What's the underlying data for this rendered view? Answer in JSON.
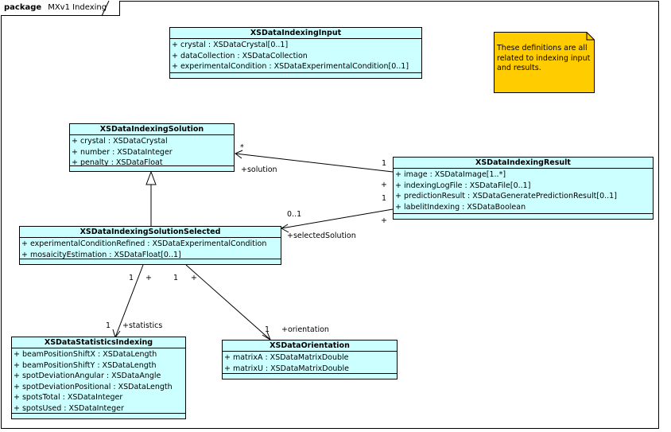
{
  "package": {
    "keyword": "package",
    "name": "MXv1 Indexing"
  },
  "note": {
    "text": "These definitions are all related to indexing input and results.",
    "color": "#ffcc00"
  },
  "colors": {
    "class_fill": "#ccffff",
    "note_fill": "#ffcc00"
  },
  "classes": {
    "input": {
      "name": "XSDataIndexingInput",
      "attributes": [
        "+ crystal  : XSDataCrystal[0..1]",
        "+ dataCollection  : XSDataCollection",
        "+ experimentalCondition  : XSDataExperimentalCondition[0..1]"
      ]
    },
    "solution": {
      "name": "XSDataIndexingSolution",
      "attributes": [
        "+ crystal  : XSDataCrystal",
        "+ number  : XSDataInteger",
        "+ penalty  : XSDataFloat"
      ]
    },
    "result": {
      "name": "XSDataIndexingResult",
      "attributes": [
        "+ image  : XSDataImage[1..*]",
        "+ indexingLogFile  : XSDataFile[0..1]",
        "+ predictionResult  : XSDataGeneratePredictionResult[0..1]",
        "+ labelitIndexing  : XSDataBoolean"
      ]
    },
    "selected": {
      "name": "XSDataIndexingSolutionSelected",
      "attributes": [
        "+ experimentalConditionRefined  : XSDataExperimentalCondition",
        "+ mosaicityEstimation  : XSDataFloat[0..1]"
      ]
    },
    "statistics": {
      "name": "XSDataStatisticsIndexing",
      "attributes": [
        "+ beamPositionShiftX  : XSDataLength",
        "+ beamPositionShiftY  : XSDataLength",
        "+ spotDeviationAngular  : XSDataAngle",
        "+ spotDeviationPositional  : XSDataLength",
        "+ spotsTotal  : XSDataInteger",
        "+ spotsUsed  : XSDataInteger"
      ]
    },
    "orientation": {
      "name": "XSDataOrientation",
      "attributes": [
        "+ matrixA  : XSDataMatrixDouble",
        "+ matrixU  : XSDataMatrixDouble"
      ]
    }
  },
  "associations": {
    "solution": {
      "role": "+solution",
      "target_mult": "*",
      "source_mult": "1",
      "source_vis": "+"
    },
    "selected_solution": {
      "role": "+selectedSolution",
      "target_mult": "0..1",
      "source_mult": "1",
      "source_vis": "+"
    },
    "statistics": {
      "role": "+statistics",
      "target_mult": "1",
      "source_mult": "1",
      "source_vis": "+"
    },
    "orientation": {
      "role": "+orientation",
      "target_mult": "1",
      "source_mult": "1",
      "source_vis": "+"
    }
  }
}
